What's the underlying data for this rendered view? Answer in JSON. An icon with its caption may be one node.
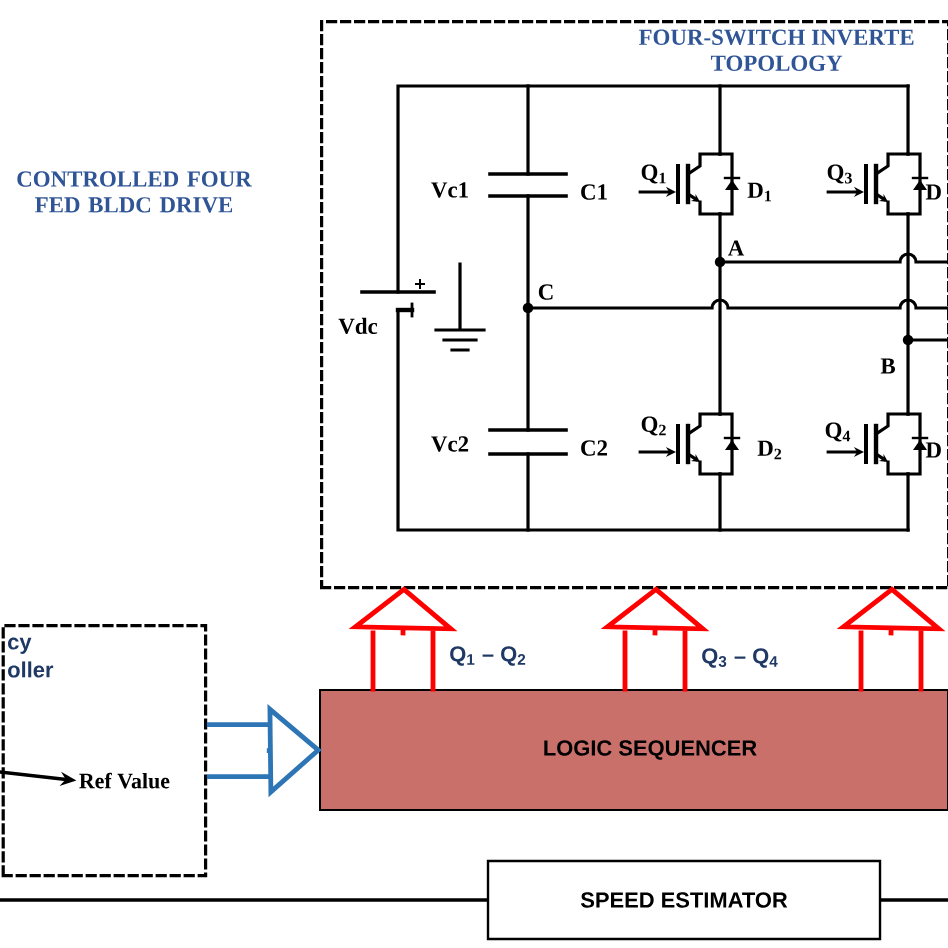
{
  "diagram": {
    "nodes": [
      {
        "text": [
          "FOUR-SWITCH INVERTE TOPOLOGY"
        ]
      },
      {
        "text": [
          "cy oller"
        ]
      },
      {
        "text": [
          "Ref Value"
        ],
        "in": 1
      },
      {
        "text": [
          "LOGIC SEQUENCER"
        ]
      },
      {
        "text": [
          "SPEED ESTIMATOR"
        ]
      }
    ],
    "edges": [
      {
        "from": 1,
        "to": 3,
        "arrow": "to",
        "color": "#2e75b6"
      },
      {
        "from": 3,
        "to": 0,
        "arrow": "to",
        "label": "Q$_{1}$ – Q$_{2}$",
        "color": "#ff0000"
      },
      {
        "from": 3,
        "to": 0,
        "arrow": "to",
        "label": "Q$_{3}$ – Q$_{4}$",
        "color": "#ff0000"
      },
      {
        "from": 3,
        "to": 0,
        "arrow": "to",
        "color": "#ff0000"
      },
      {
        "from": null,
        "to": 2,
        "arrow": "to",
        "color": "#000000"
      },
      {
        "from": null,
        "to": 4,
        "arrow": "none",
        "color": "#000000"
      },
      {
        "from": 4,
        "to": null,
        "arrow": "none",
        "color": "#000000"
      }
    ],
    "labels": [
      "CONTROLLED FOUR FED BLDC DRIVE",
      "Vc1",
      "C1",
      "Q$_{1}$",
      "D$_{1}$",
      "Q$_{3}$",
      "D",
      "A",
      "C",
      "Vdc",
      "B",
      "Vc2",
      "C2",
      "Q$_{2}$",
      "D$_{2}$",
      "Q$_{4}$",
      "D"
    ]
  }
}
